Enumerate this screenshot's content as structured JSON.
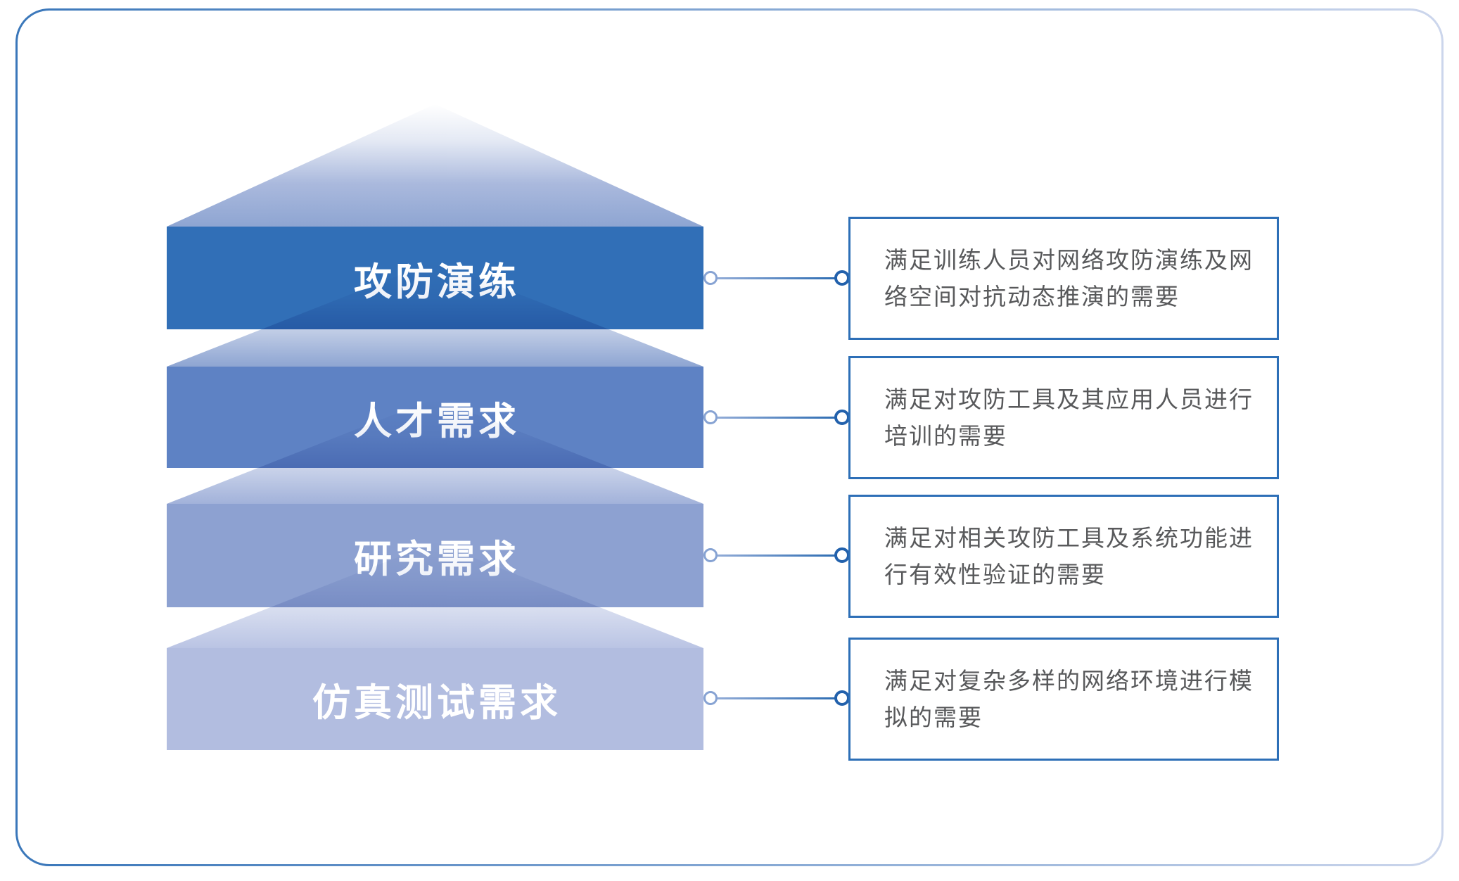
{
  "diagram": {
    "type": "layered-pyramid",
    "layers": [
      {
        "label": "攻防演练",
        "band_color": "#316fb7",
        "roof_base_color": "#8ea5d2",
        "description": "满足训练人员对网络攻防演练及网\n络空间对抗动态推演的需要"
      },
      {
        "label": "人才需求",
        "band_color": "#5e82c4",
        "roof_base_color": "#8ea5d2",
        "description": "满足对攻防工具及其应用人员进行\n培训的需要"
      },
      {
        "label": "研究需求",
        "band_color": "#8da1d1",
        "roof_base_color": "#a2b2da",
        "description": "满足对相关攻防工具及系统功能进\n行有效性验证的需要"
      },
      {
        "label": "仿真测试需求",
        "band_color": "#b2bde0",
        "roof_base_color": "#bac4e4",
        "description": "满足对复杂多样的网络环境进行模\n拟的需要"
      }
    ],
    "colors": {
      "connector_light": "#87a3d3",
      "connector_dark": "#2261ac",
      "box_border": "#2d6fb7",
      "box_text": "#58595b",
      "frame_gradient_left": "#3a77ba",
      "frame_gradient_right": "#ccd6ec",
      "band_label_text": "#ffffff"
    }
  }
}
